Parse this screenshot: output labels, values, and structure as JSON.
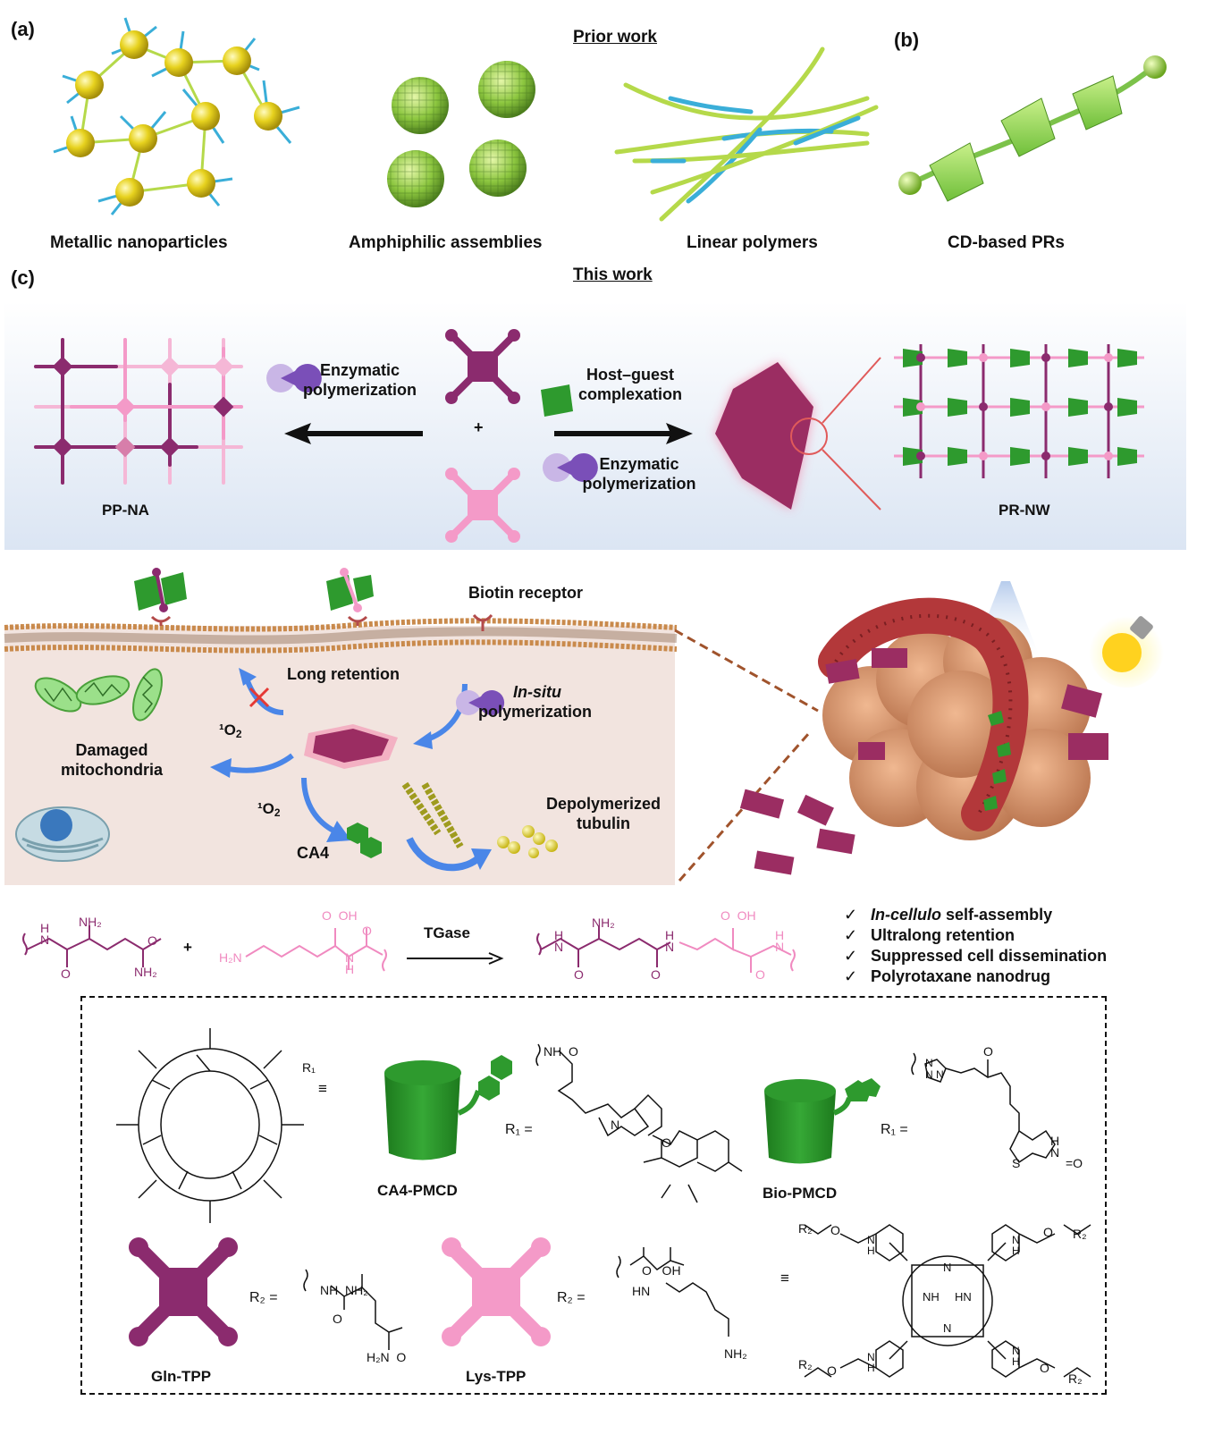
{
  "panels": {
    "a": "(a)",
    "b": "(b)",
    "c": "(c)"
  },
  "headers": {
    "prior_work": "Prior work",
    "this_work": "This work"
  },
  "prior_labels": {
    "metallic": "Metallic nanoparticles",
    "amphiphilic": "Amphiphilic assemblies",
    "linear": "Linear polymers",
    "cd_prs": "CD-based PRs"
  },
  "synthesis": {
    "enzymatic_left": "Enzymatic\npolymerization",
    "host_guest": "Host–guest\ncomplexation",
    "enzymatic_right": "Enzymatic\npolymerization",
    "plus": "+",
    "pp_na": "PP-NA",
    "pr_nw": "PR-NW"
  },
  "cell": {
    "biotin_receptor": "Biotin receptor",
    "long_retention": "Long retention",
    "in_situ": "In-situ",
    "polymerization": "polymerization",
    "damaged": "Damaged\nmitochondria",
    "singlet_o2_1": "¹O",
    "singlet_o2_2": "¹O",
    "o2_sub": "2",
    "ca4": "CA4",
    "depolymerized": "Depolymerized\ntubulin"
  },
  "features": [
    {
      "check": "✓",
      "em": "In-cellulo",
      "text": " self-assembly"
    },
    {
      "check": "✓",
      "em": "",
      "text": "Ultralong retention"
    },
    {
      "check": "✓",
      "em": "",
      "text": "Suppressed cell dissemination"
    },
    {
      "check": "✓",
      "em": "",
      "text": "Polyrotaxane nanodrug"
    }
  ],
  "reaction": {
    "nh2_top": "NH₂",
    "nh2_right": "NH₂",
    "h_n_left": "H\nN",
    "o_left": "O",
    "o_right": "O",
    "plus": "+",
    "h2n": "H₂N",
    "cooh": "O  OH",
    "nh_label": "N\nH",
    "o_lys": "O",
    "tgase": "TGase",
    "prod_nh2": "NH₂",
    "prod_o1": "O",
    "prod_o2": "O",
    "prod_o3": "O",
    "prod_h1": "H\nN",
    "prod_h2": "H\nN",
    "prod_h3": "H\nN",
    "prod_cooh": "O  OH"
  },
  "structures": {
    "equiv": "≡",
    "r1_label_1": "R₁ =",
    "r1_label_2": "R₁ =",
    "r1_cd": "R₁",
    "ca4_pmcd": "CA4-PMCD",
    "bio_pmcd": "Bio-PMCD",
    "r2_label_1": "R₂ =",
    "r2_label_2": "R₂ =",
    "gln_tpp": "Gln-TPP",
    "lys_tpp": "Lys-TPP",
    "equiv2": "≡",
    "nh_o": "NH  O",
    "o_atom": "O",
    "n_atom": "N",
    "nnn": "N\nN N",
    "hn_h": "H\nN",
    "s_atom": "S",
    "eq_o": "=O",
    "nh_gln": "NH  NH₂",
    "o_gln": "O",
    "h2n_o": "H₂N  O",
    "o_oh": "O   OH",
    "hn_lys": "HN",
    "nh2_lys": "NH₂",
    "porph_nh": "NH",
    "porph_hn": "HN",
    "porph_n": "N",
    "r2": "R₂",
    "o2": "O",
    "n_h": "N\nH",
    "two": "2"
  },
  "colors": {
    "gln_purple": "#8b2b6e",
    "lys_pink": "#f49ac8",
    "cd_green": "#2e9a2e",
    "wire_green": "#b5d94a",
    "wire_blue": "#3aaed8",
    "gold": "#e7d21e",
    "arrow_blue": "#4a86e8",
    "cell_bg": "#f2e4df",
    "membrane": "#c98a4c",
    "tumor": "#d89670",
    "vessel": "#b3383a"
  }
}
